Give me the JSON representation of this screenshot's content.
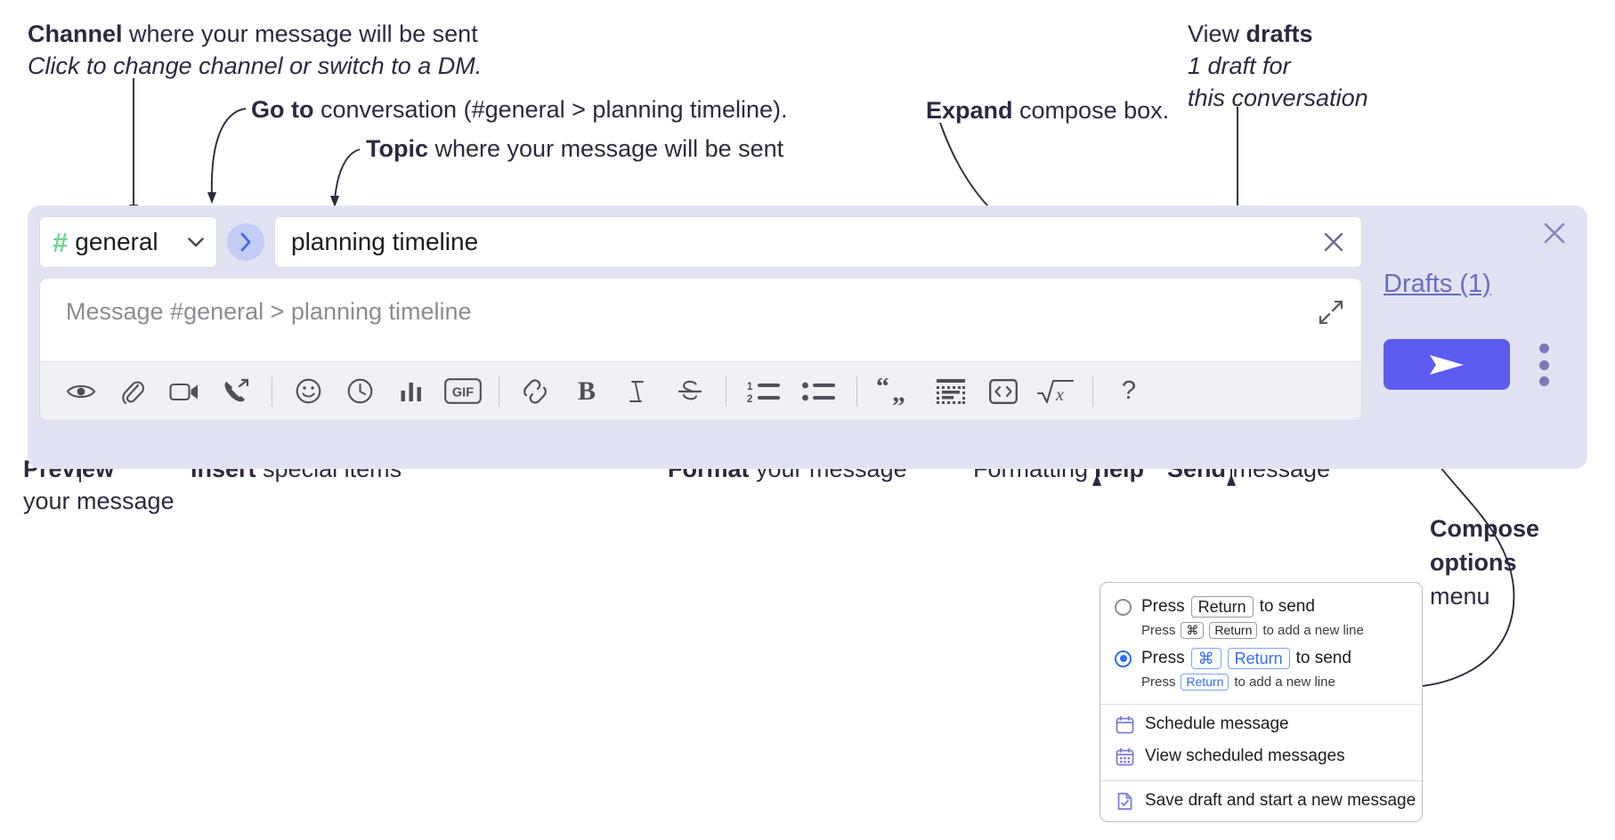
{
  "annotations": {
    "channel": {
      "bold": "Channel",
      "rest": " where your message will be sent",
      "italic": "Click to change channel or switch to a DM."
    },
    "goto": {
      "bold": "Go to",
      "rest": " conversation (#general > planning timeline)."
    },
    "topic": {
      "bold": "Topic",
      "rest": " where your message will be sent"
    },
    "expand": {
      "bold": "Expand",
      "rest": " compose box."
    },
    "drafts": {
      "lead": "View ",
      "bold": "drafts",
      "italic1": "1 draft for",
      "italic2": "this conversation"
    },
    "preview": {
      "bold": "Preview",
      "line2": "your message"
    },
    "insert": {
      "bold": "Insert",
      "rest": " special items"
    },
    "format": {
      "bold": "Format",
      "rest": " your message"
    },
    "help": {
      "lead": "Formatting ",
      "bold": "help"
    },
    "send": {
      "bold": "Send",
      "rest": " message"
    },
    "compose_options": {
      "bold1": "Compose",
      "bold2": "options",
      "rest": "menu"
    }
  },
  "compose": {
    "channel": {
      "hash": "#",
      "name": "general",
      "chevron_icon": "chevron-down-icon"
    },
    "goto_icon": "chevron-right-icon",
    "topic": {
      "value": "planning timeline",
      "clear_icon": "close-icon"
    },
    "message": {
      "placeholder": "Message #general > planning timeline",
      "value": "",
      "expand_icon": "expand-icon"
    },
    "toolbar": [
      {
        "name": "preview-icon",
        "label": "Preview"
      },
      {
        "name": "attachment-icon",
        "label": "Attach file"
      },
      {
        "name": "video-icon",
        "label": "Record video clip"
      },
      {
        "name": "phone-forward-icon",
        "label": "Huddle"
      },
      {
        "name": "separator",
        "label": ""
      },
      {
        "name": "emoji-icon",
        "label": "Emoji"
      },
      {
        "name": "clock-icon",
        "label": "Reminder"
      },
      {
        "name": "poll-icon",
        "label": "Poll"
      },
      {
        "name": "gif-icon",
        "label": "GIF"
      },
      {
        "name": "separator",
        "label": ""
      },
      {
        "name": "link-icon",
        "label": "Link"
      },
      {
        "name": "bold-icon",
        "label": "B"
      },
      {
        "name": "italic-icon",
        "label": "I"
      },
      {
        "name": "strikethrough-icon",
        "label": "Strikethrough"
      },
      {
        "name": "separator",
        "label": ""
      },
      {
        "name": "ordered-list-icon",
        "label": "Ordered list"
      },
      {
        "name": "bulleted-list-icon",
        "label": "Bulleted list"
      },
      {
        "name": "separator",
        "label": ""
      },
      {
        "name": "blockquote-icon",
        "label": "Blockquote"
      },
      {
        "name": "code-block-icon",
        "label": "Code block"
      },
      {
        "name": "inline-code-icon",
        "label": "Code"
      },
      {
        "name": "math-icon",
        "label": "Math"
      },
      {
        "name": "separator",
        "label": ""
      },
      {
        "name": "help-icon",
        "label": "?"
      }
    ],
    "close_icon": "close-icon",
    "drafts_label": "Drafts (1)",
    "send_icon": "send-icon",
    "kebab_icon": "more-options-icon"
  },
  "dropdown": {
    "option1": {
      "selected": false,
      "press": "Press",
      "key": "Return",
      "tail": "to send",
      "sub_press": "Press",
      "sub_key1": "⌘",
      "sub_key2": "Return",
      "sub_tail": "to add a new line"
    },
    "option2": {
      "selected": true,
      "press": "Press",
      "key1": "⌘",
      "key2": "Return",
      "tail": "to send",
      "sub_press": "Press",
      "sub_key": "Return",
      "sub_tail": "to add a new line"
    },
    "items": [
      {
        "icon": "calendar-schedule-icon",
        "label": "Schedule message"
      },
      {
        "icon": "calendar-list-icon",
        "label": "View scheduled messages"
      },
      {
        "icon": "save-draft-icon",
        "label": "Save draft and start a new message"
      }
    ]
  },
  "colors": {
    "panel_bg": "#e2e3f2",
    "accent_purple": "#5b5bef",
    "drafts_text": "#6b6cc4",
    "hash_green": "#6fd39a",
    "goto_blue": "#3b6ae8",
    "anno_text": "#2b2a3f"
  }
}
